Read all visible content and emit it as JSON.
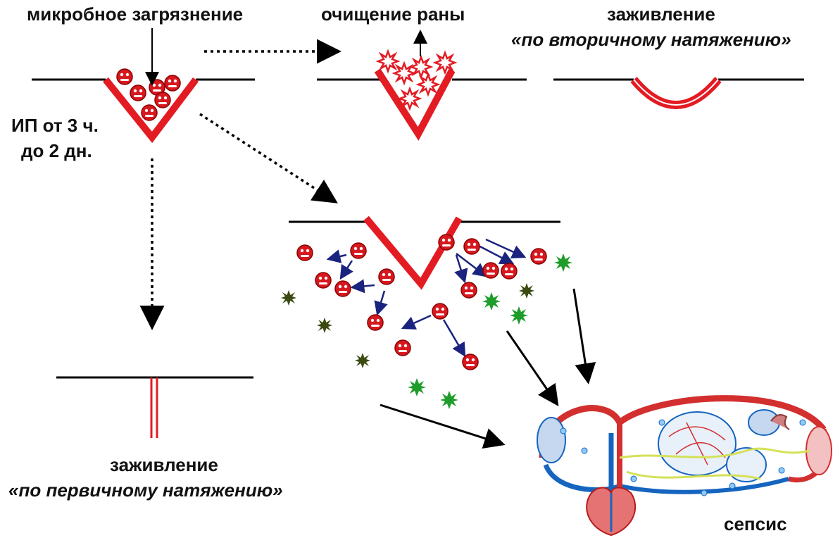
{
  "labels": {
    "contamination": "микробное загрязнение",
    "cleaning": "очищение раны",
    "secondary_title": "заживление",
    "secondary_sub": "«по вторичному натяжению»",
    "incubation_line1": "ИП от 3 ч.",
    "incubation_line2": "до 2 дн.",
    "primary_title": "заживление",
    "primary_sub": "«по первичному натяжению»",
    "sepsis": "сепсис"
  },
  "colors": {
    "wound": "#e31b23",
    "skin_line": "#000000",
    "microbe": "#d7191f",
    "spread_arrow": "#1a237e",
    "green_microbe": "#1f9d2a",
    "dark_green_microbe": "#3b4a10",
    "vessel_red": "#d32f2f",
    "vessel_blue": "#1565c0",
    "nerve_yellow": "#d4e157"
  },
  "icons": [
    "microbe-icon",
    "spiky-microbe-icon",
    "heart-icon",
    "circulatory-system-icon"
  ]
}
